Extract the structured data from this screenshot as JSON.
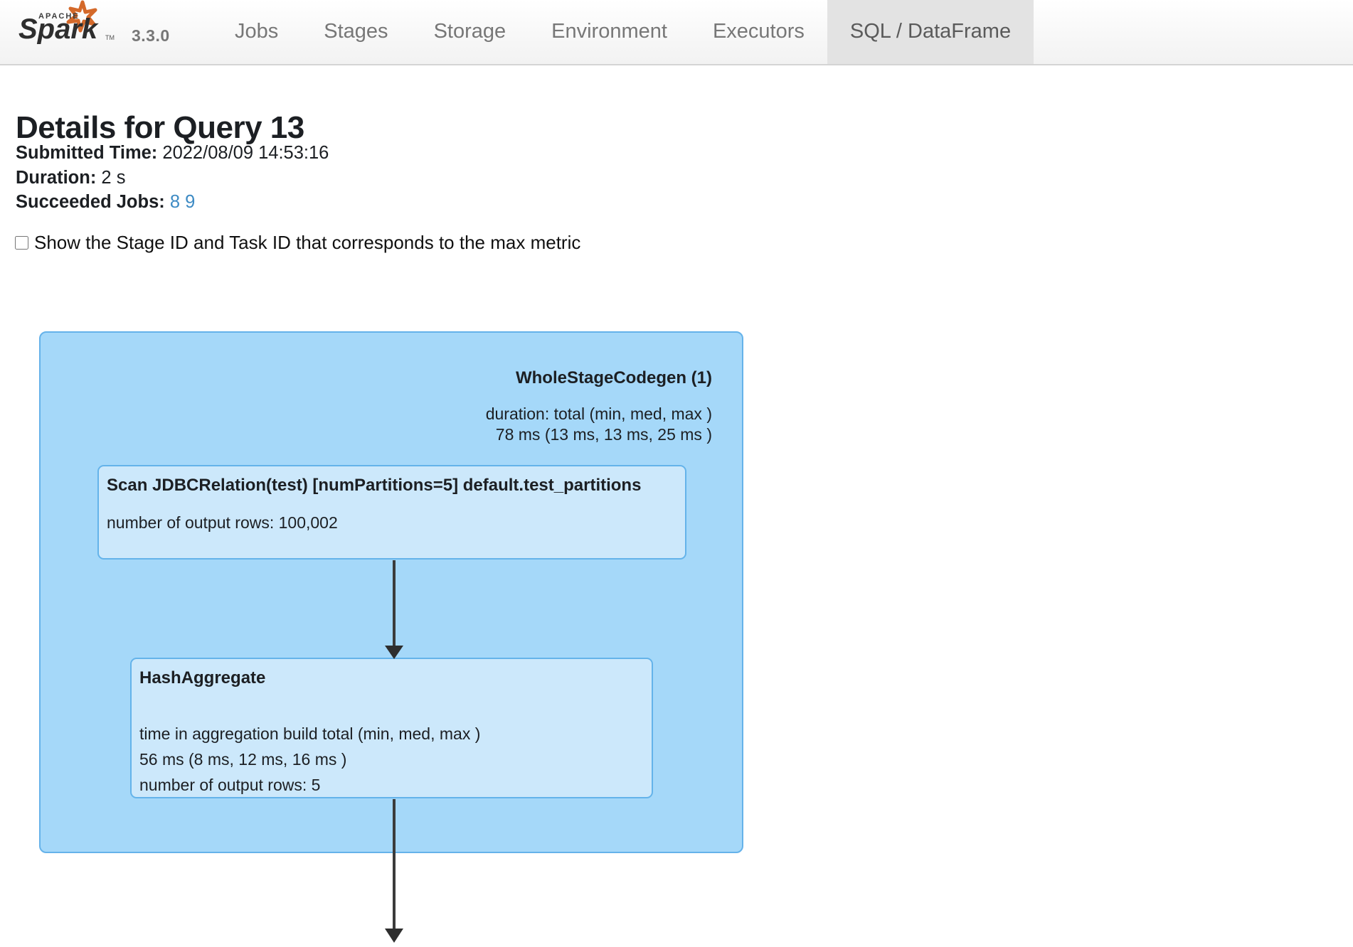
{
  "navbar": {
    "brand_alt": "Apache Spark",
    "version": "3.3.0",
    "links": [
      {
        "label": "Jobs",
        "active": false
      },
      {
        "label": "Stages",
        "active": false
      },
      {
        "label": "Storage",
        "active": false
      },
      {
        "label": "Environment",
        "active": false
      },
      {
        "label": "Executors",
        "active": false
      },
      {
        "label": "SQL / DataFrame",
        "active": true
      }
    ]
  },
  "page": {
    "title": "Details for Query 13",
    "submitted_time_label": "Submitted Time:",
    "submitted_time_value": "2022/08/09 14:53:16",
    "duration_label": "Duration:",
    "duration_value": "2 s",
    "succeeded_jobs_label": "Succeeded Jobs:",
    "succeeded_jobs": [
      "8",
      "9"
    ],
    "show_stage_task_checkbox_label": "Show the Stage ID and Task ID that corresponds to the max metric",
    "show_stage_task_checked": false
  },
  "plan": {
    "cluster": {
      "title": "WholeStageCodegen (1)",
      "metrics": "duration: total (min, med, max )\n78 ms (13 ms, 13 ms, 25 ms )"
    },
    "nodes": [
      {
        "id": "scan",
        "title": "Scan JDBCRelation(test) [numPartitions=5] default.test_partitions",
        "metrics": "number of output rows: 100,002"
      },
      {
        "id": "hashaggregate",
        "title": "HashAggregate",
        "metrics": "time in aggregation build total (min, med, max )\n56 ms (8 ms, 12 ms, 16 ms )\nnumber of output rows: 5"
      }
    ],
    "edges": [
      {
        "from": "scan",
        "to": "hashaggregate"
      },
      {
        "from": "hashaggregate",
        "to": "next"
      }
    ]
  },
  "colors": {
    "cluster_fill": "#a5d8f9",
    "cluster_border": "#65b2ea",
    "node_fill": "#cce8fb",
    "node_border": "#64b3ea",
    "edge": "#333333",
    "link": "#3e8bc4",
    "active_tab_bg": "#e3e3e3",
    "spark_star": "#e25a1c"
  }
}
